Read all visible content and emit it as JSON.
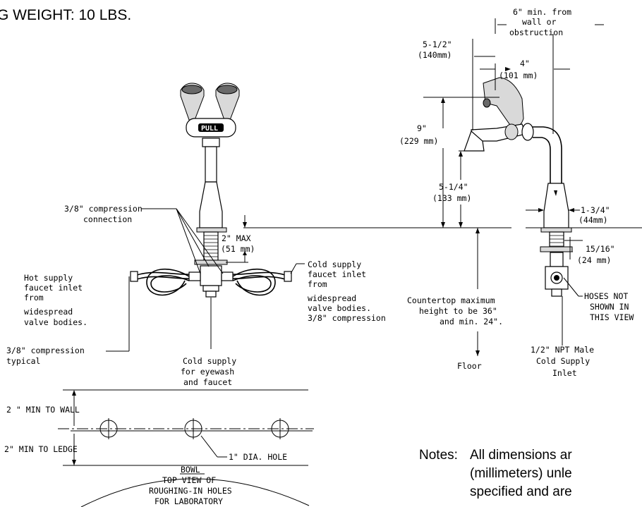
{
  "header": {
    "weight": "G WEIGHT: 10 LBS."
  },
  "side_view": {
    "dim_wall": [
      "6\" min. from",
      "wall or",
      "obstruction"
    ],
    "dim_reach": [
      "5-1/2\"",
      "(140mm)"
    ],
    "dim_depth": [
      "4\"",
      "(101 mm)"
    ],
    "dim_height": [
      "9\"",
      "(229 mm)"
    ],
    "dim_spout": [
      "5-1/4\"",
      "(133 mm)"
    ],
    "dim_base": [
      "1-3/4\"",
      "(44mm)"
    ],
    "dim_shank": [
      "15/16\"",
      "(24 mm)"
    ],
    "countertop": [
      "Countertop  maximum",
      "height to be  36\"",
      "and min. 24\"."
    ],
    "floor": "Floor",
    "hoses_note": [
      "HOSES NOT",
      "SHOWN IN",
      "THIS VIEW"
    ],
    "npt_inlet": [
      "1/2\" NPT Male",
      "Cold Supply",
      "Inlet"
    ]
  },
  "front_view": {
    "compression_connection": [
      "3/8\" compression",
      "connection"
    ],
    "max_thickness": [
      "2\" MAX",
      "(51 mm)"
    ],
    "cold_supply_faucet": [
      "Cold supply",
      "faucet inlet",
      "from",
      "widespread",
      "valve bodies.",
      "3/8\" compression"
    ],
    "hot_supply": [
      "Hot supply",
      "faucet inlet",
      "from",
      "widespread",
      "valve bodies."
    ],
    "compression_typical": [
      "3/8\" compression",
      "typical"
    ],
    "cold_supply_eyewash": [
      "Cold supply",
      "for eyewash",
      "and faucet"
    ],
    "pull_label": "PULL"
  },
  "top_view": {
    "min_wall": "2 \" MIN TO WALL",
    "min_ledge": "2\" MIN TO LEDGE",
    "hole": "1\" DIA. HOLE",
    "bowl": "BOWL",
    "caption": [
      "TOP VIEW OF",
      "ROUGHING-IN HOLES",
      "FOR LABORATORY"
    ]
  },
  "notes": {
    "label": "Notes:",
    "lines": [
      "All dimensions ar",
      "(millimeters) unle",
      "specified and are"
    ]
  }
}
